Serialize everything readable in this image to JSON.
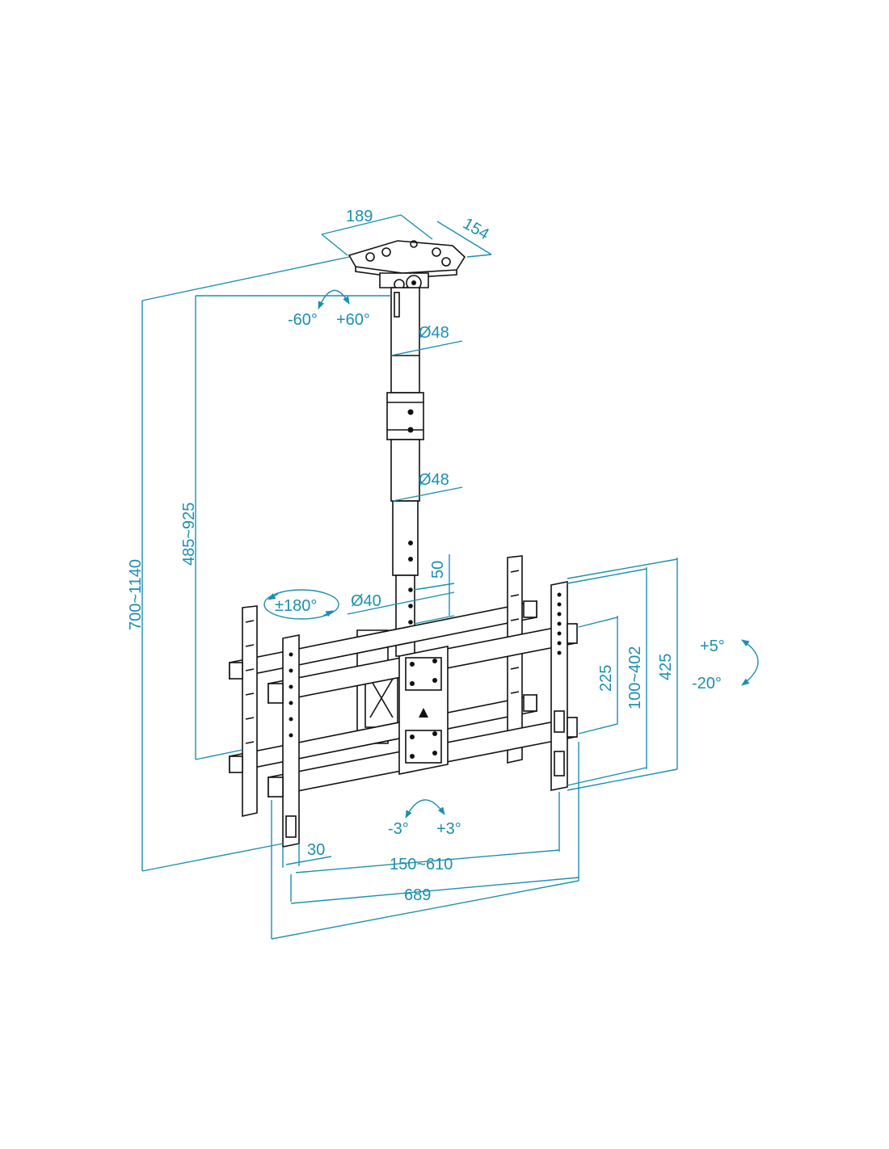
{
  "labels": {
    "top_width": "189",
    "top_depth": "154",
    "swivel_left": "-60°",
    "swivel_right": "+60°",
    "pole_upper_diameter": "Ø48",
    "pole_lower_diameter": "Ø48",
    "pole_inner_diameter": "Ø40",
    "pole_step": "50",
    "rotation": "±180°",
    "total_height": "700~1140",
    "pole_height": "485~925",
    "tilt_up": "+5°",
    "tilt_down": "-20°",
    "vesa_vertical_inner": "225",
    "vesa_vertical_range": "100~402",
    "vesa_vertical_total": "425",
    "level_left": "-3°",
    "level_right": "+3°",
    "arm_width": "30",
    "vesa_horizontal": "150~610",
    "total_width": "689"
  },
  "colors": {
    "dimension": "#1c8fb0",
    "part": "#111111"
  }
}
